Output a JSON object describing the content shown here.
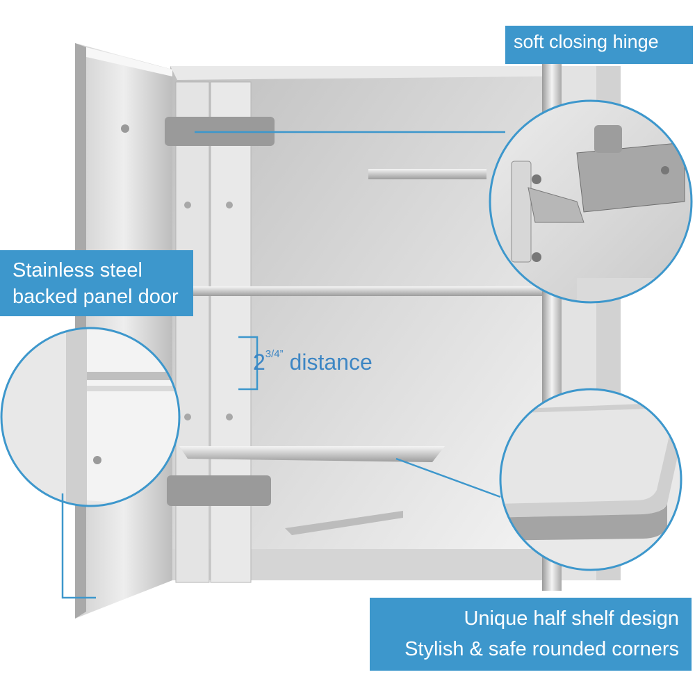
{
  "callouts": {
    "hinge": "soft closing hinge",
    "door_line1": "Stainless steel",
    "door_line2": "backed panel door",
    "shelf_line1": "Unique half shelf design",
    "shelf_line2": "Stylish & safe rounded corners"
  },
  "measurement": {
    "whole": "2",
    "fraction": "3/4”",
    "word": "distance"
  },
  "colors": {
    "accent": "#3d97cc",
    "steel_light": "#f2f2f2",
    "steel_mid": "#c8c8c8",
    "steel_dark": "#8a8a8a"
  }
}
